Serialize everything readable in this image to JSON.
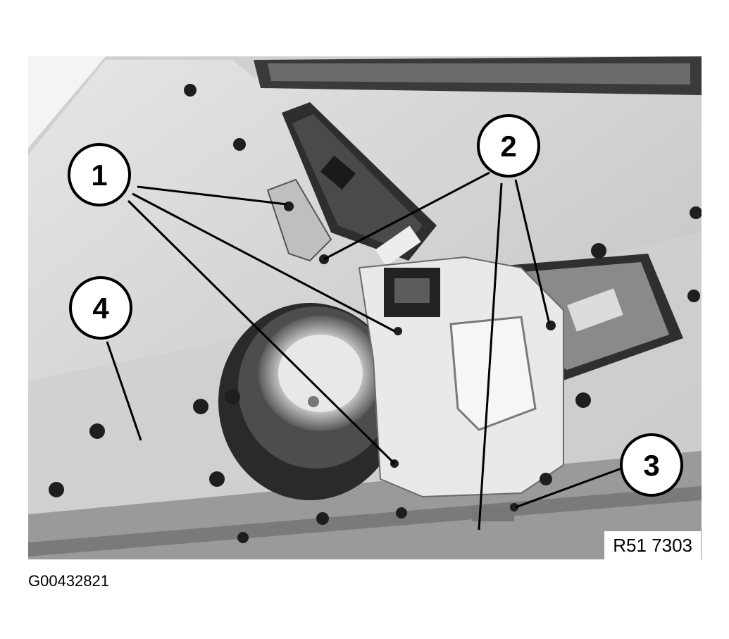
{
  "figure": {
    "reference_code": "R51 7303",
    "graphic_id": "G00432821",
    "callouts": [
      "1",
      "2",
      "3",
      "4"
    ]
  }
}
